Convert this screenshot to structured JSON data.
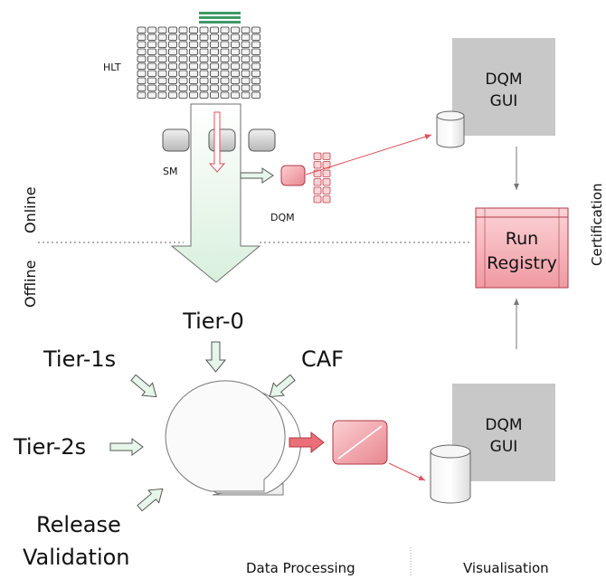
{
  "labels": {
    "hlt": "HLT",
    "sm": "SM",
    "dqm_online": "DQM",
    "online": "Online",
    "offline": "Offline",
    "certification": "Certification",
    "dqm_gui_top_line1": "DQM",
    "dqm_gui_top_line2": "GUI",
    "dqm_gui_bottom_line1": "DQM",
    "dqm_gui_bottom_line2": "GUI",
    "run_registry_line1": "Run",
    "run_registry_line2": "Registry",
    "tier0": "Tier-0",
    "tier1s": "Tier-1s",
    "tier2s": "Tier-2s",
    "caf": "CAF",
    "release_line1": "Release",
    "release_line2": "Validation",
    "data_processing": "Data Processing",
    "visualisation": "Visualisation"
  },
  "colors": {
    "gui_box": "#c8c8c8",
    "run_registry_fill": "#f2b8bc",
    "red_arrow": "#e0505a",
    "green_arrow_fill": "#e6f6ea",
    "green_arrow_stroke": "#707070",
    "dotted_line": "#999999"
  }
}
